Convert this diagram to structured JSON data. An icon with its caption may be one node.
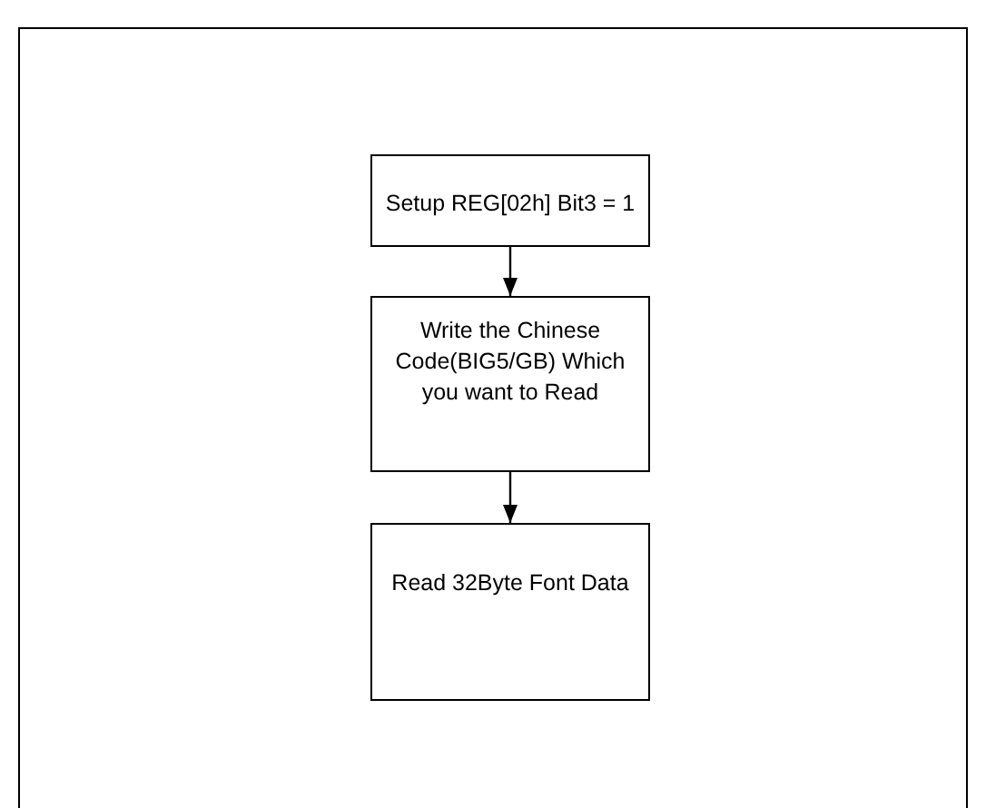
{
  "diagram": {
    "nodes": [
      {
        "text": [
          "Setup REG[02h] Bit3 = 1"
        ]
      },
      {
        "text": [
          "Write the Chinese Code(BIG5/GB) Which you want to Read"
        ]
      },
      {
        "text": [
          "Read 32Byte Font Data"
        ]
      }
    ],
    "edges": [
      {
        "from": 0,
        "to": 1,
        "arrow": "to"
      },
      {
        "from": 1,
        "to": 2,
        "arrow": "to"
      }
    ]
  }
}
